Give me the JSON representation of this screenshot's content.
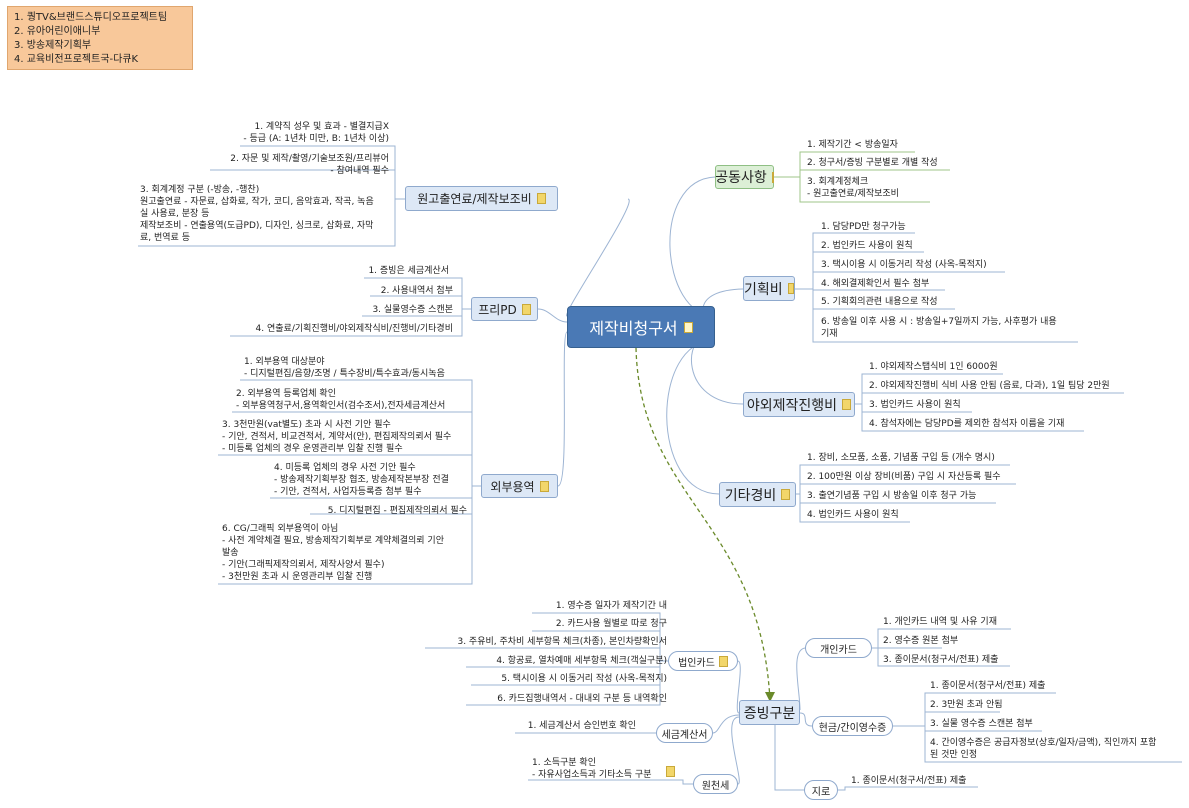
{
  "note": {
    "lines": [
      "1. 퀑TV&브랜드스튜디오프로젝트팀",
      "2. 유아어린이애니부",
      "3. 방송제작기획부",
      "4. 교육비전프로젝트국-다큐K"
    ]
  },
  "center": {
    "label": "제작비청구서"
  },
  "colors": {
    "line": "#9db4d3",
    "green_line": "#9fc48a",
    "dashed": "#6a8a2a",
    "center": "#4a79b5"
  },
  "branches": {
    "wongo": {
      "label": "원고출연료/제작보조비",
      "items": [
        "1. 계약직 성우 및 효과 - 별결지급X\n- 등급 (A: 1년차 미만, B: 1년차 이상)",
        "2. 자문 및 제작/촬영/기술보조원/프리뷰어\n- 참여내역 필수",
        "3. 회계계정 구분 (-방송, -행찬)\n원고출연료 - 자문료, 삽화료, 작가, 코디, 음악효과, 작곡, 녹음\n실 사용료, 분장 등\n제작보조비 - 연출용역(도급PD), 디자인, 싱크로, 삽화료, 자막\n료, 번역료 등"
      ]
    },
    "freepd": {
      "label": "프리PD",
      "items": [
        "1. 증빙은 세금계산서",
        "2. 사용내역서 첨부",
        "3. 실물영수증 스캔본",
        "4. 연출료/기획진행비/야외제작식비/진행비/기타경비"
      ]
    },
    "oibu": {
      "label": "외부용역",
      "items": [
        "1. 외부용역 대상분야\n- 디지털편집/음향/조명 / 특수장비/특수효과/동시녹음",
        "2. 외부용역 등록업체 확인\n- 외부용역청구서,용역확인서(검수조서),전자세금계산서",
        "3. 3천만원(vat별도) 초과 시 사전 기안 필수\n- 기안, 견적서, 비교견적서, 계약서(안), 편집제작의뢰서 필수\n- 미등록 업체의 경우 운영관리부 입찰 진행 필수",
        "4. 미등록 업체의 경우 사전 기안 필수\n- 방송제작기획부장 협조, 방송제작본부장 전결\n- 기안, 견적서, 사업자등록증 첨부 필수",
        "5. 디지털편집 - 편집제작의뢰서 필수",
        "6. CG/그래픽 외부용역이 아님\n- 사전 계약체결 필요, 방송제작기획부로 계약체결의뢰 기안\n발송\n- 기안(그래픽제작의뢰서, 제작사양서 필수)\n- 3천만원 초과 시 운영관리부 입찰 진행"
      ]
    },
    "gongtong": {
      "label": "공동사항",
      "items": [
        "1. 제작기간 < 방송일자",
        "2. 청구서/증빙 구분별로 개별 작성",
        "3. 회계계정체크\n- 원고출연료/제작보조비"
      ]
    },
    "gihoek": {
      "label": "기획비",
      "items": [
        "1. 담당PD만 청구가능",
        "2. 법인카드 사용이 원칙",
        "3. 택시이용 시 이동거리 작성 (사옥-목적지)",
        "4. 해외결제확인서 필수 첨부",
        "5. 기획회의관련 내용으로 작성",
        "6. 방송일 이후 사용 시 : 방송일+7일까지 가능, 사후평가 내용\n기재"
      ]
    },
    "yaoe": {
      "label": "야외제작진행비",
      "items": [
        "1. 야외제작스탭식비 1인 6000원",
        "2. 야외제작진행비 식비 사용 안됨 (음료, 다과), 1일 팀당 2만원",
        "3. 법인카드 사용이 원칙",
        "4. 참석자에는 담당PD를 제외한 참석자 이름을 기재"
      ]
    },
    "gita": {
      "label": "기타경비",
      "items": [
        "1. 장비, 소모품, 소품, 기념품 구입 등 (개수 명시)",
        "2. 100만원 이상 장비(비품) 구입 시 자산등록 필수",
        "3. 출연기념품 구입 시 방송일 이후 청구 가능",
        "4. 법인카드 사용이 원칙"
      ]
    }
  },
  "jeungbing": {
    "label": "증빙구분",
    "corp_card": {
      "label": "법인카드",
      "items": [
        "1. 영수증 일자가 제작기간 내",
        "2. 카드사용 월별로 따로 청구",
        "3. 주유비, 주차비 세부항목 체크(차종), 본인차량확인서",
        "4. 항공료, 열차예매 세부항목 체크(객실구분)",
        "5. 택시이용 시 이동거리 작성 (사옥-목적지)",
        "6. 카드집행내역서 - 대내외 구분 등 내역확인"
      ]
    },
    "tax": {
      "label": "세금계산서",
      "items": [
        "1. 세금계산서 승인번호 확인"
      ]
    },
    "wonchun": {
      "label": "원천세",
      "items": [
        "1. 소득구분 확인\n- 자유사업소득과 기타소득 구분"
      ]
    },
    "personal": {
      "label": "개인카드",
      "items": [
        "1. 개인카드 내역 및 사유 기재",
        "2. 영수증 원본 첨부",
        "3. 종이문서(청구서/전표) 제출"
      ]
    },
    "cash": {
      "label": "현금/간이영수증",
      "items": [
        "1. 종이문서(청구서/전표) 제출",
        "2. 3만원 초과 안됨",
        "3. 실물 영수증 스캔본 첨부",
        "4. 간이영수증은 공급자정보(상호/일자/금액), 직인까지 포함\n된 것만 인정"
      ]
    },
    "giro": {
      "label": "지로",
      "items": [
        "1. 종이문서(청구서/전표) 제출"
      ]
    }
  }
}
